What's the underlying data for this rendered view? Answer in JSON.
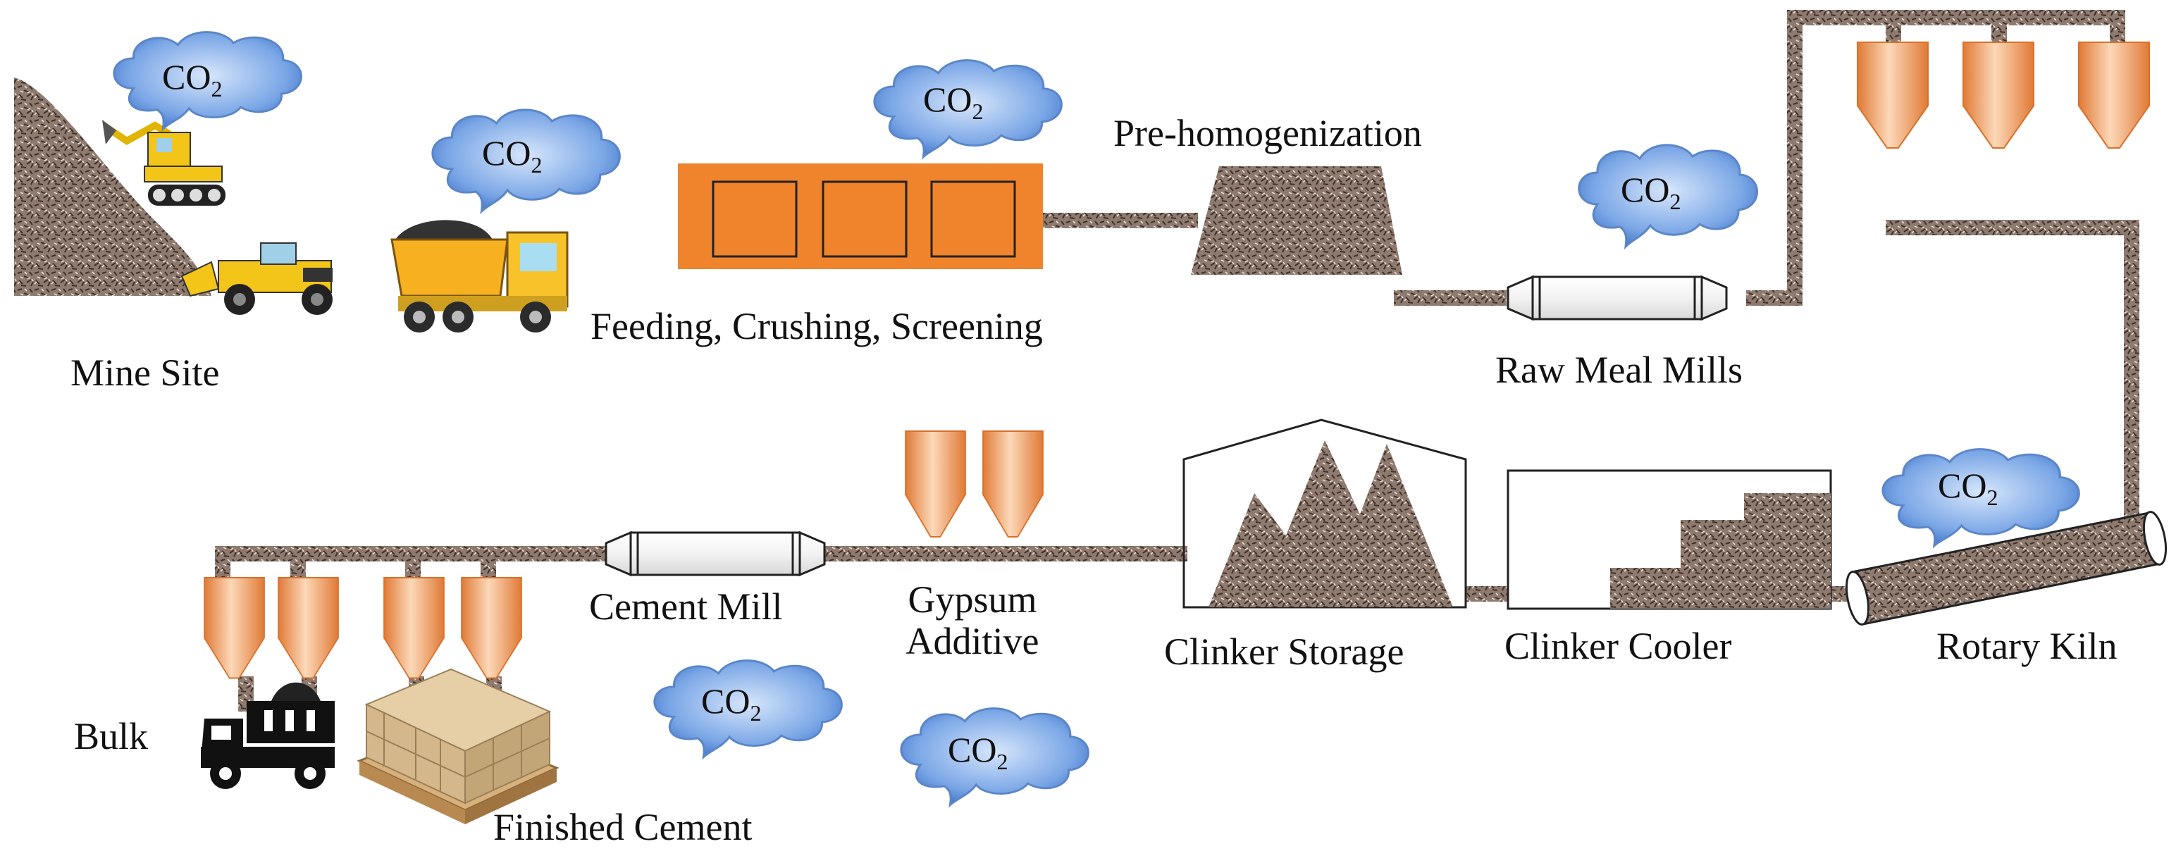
{
  "labels": {
    "mine_site": "Mine Site",
    "feeding": "Feeding, Crushing, Screening",
    "pre_homogenization": "Pre-homogenization",
    "raw_meal_mills": "Raw Meal Mills",
    "rotary_kiln": "Rotary Kiln",
    "clinker_cooler": "Clinker Cooler",
    "clinker_storage": "Clinker Storage",
    "gypsum_line1": "Gypsum",
    "gypsum_line2": "Additive",
    "cement_mill": "Cement Mill",
    "bulk": "Bulk",
    "finished_cement": "Finished Cement"
  },
  "co2": {
    "base": "CO",
    "sub": "2"
  },
  "colors": {
    "material": "#8a7468",
    "material_dark": "#5a4a42",
    "silo": "#e88a4a",
    "silo_light": "#fbd3b0",
    "crusher": "#f0842c",
    "cloud": "#4f86d8",
    "cloud_light": "#c9ddf7",
    "truck_yellow": "#f6c21a"
  }
}
